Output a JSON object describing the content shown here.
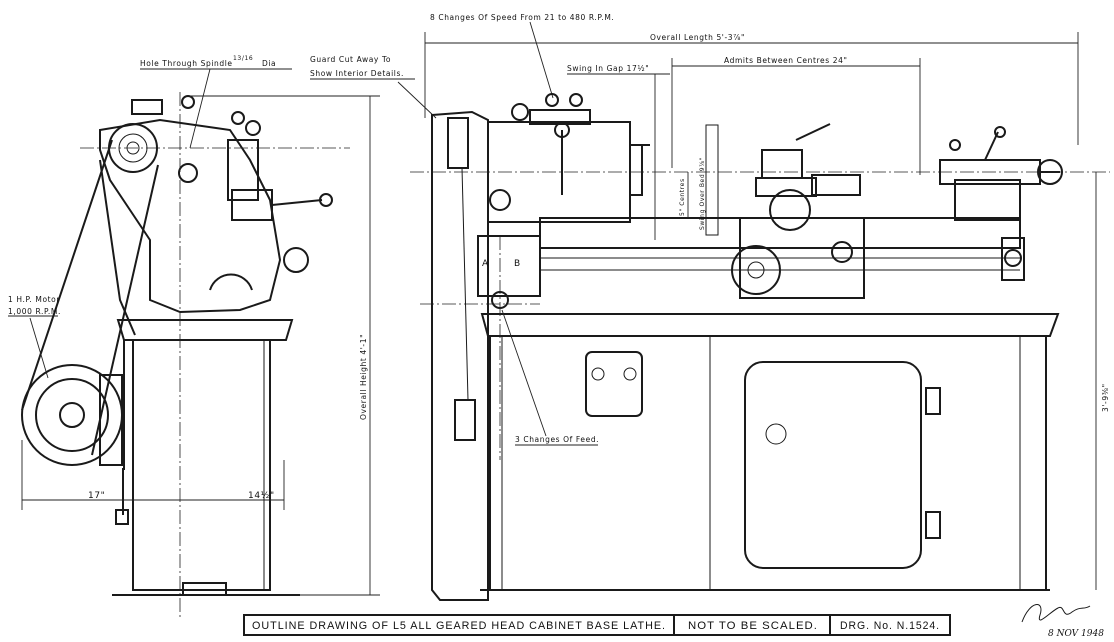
{
  "labels": {
    "speed_changes": "8 Changes Of Speed From 21 to 480 R.P.M.",
    "hole_through_spindle": "Hole Through Spindle",
    "spindle_fraction": "13/16",
    "spindle_dia": "Dia",
    "guard_cut_line1": "Guard Cut Away To",
    "guard_cut_line2": "Show Interior Details.",
    "overall_length": "Overall Length  5'-3⅞\"",
    "swing_in_gap": "Swing In Gap 17½\"",
    "admits_between_centres": "Admits Between Centres 24\"",
    "centres": "5\" Centres",
    "swing_over_bed": "Swing Over Bed 9⅞\"",
    "motor_line1": "1 H.P. Motor",
    "motor_line2": "1,000 R.P.M.",
    "overall_height": "Overall Height 4'-1\"",
    "feed_changes": "3 Changes Of Feed.",
    "height_right": "3'-9⅜\"",
    "dim_17": "17\"",
    "dim_14": "14½\"",
    "gear_a": "A",
    "gear_b": "B"
  },
  "title_block": {
    "title": "OUTLINE DRAWING OF L5 ALL GEARED HEAD CABINET BASE LATHE.",
    "scale_note": "NOT TO BE SCALED.",
    "drawing_number": "DRG. No. N.1524."
  },
  "signature": {
    "date": "8 NOV 1948"
  }
}
